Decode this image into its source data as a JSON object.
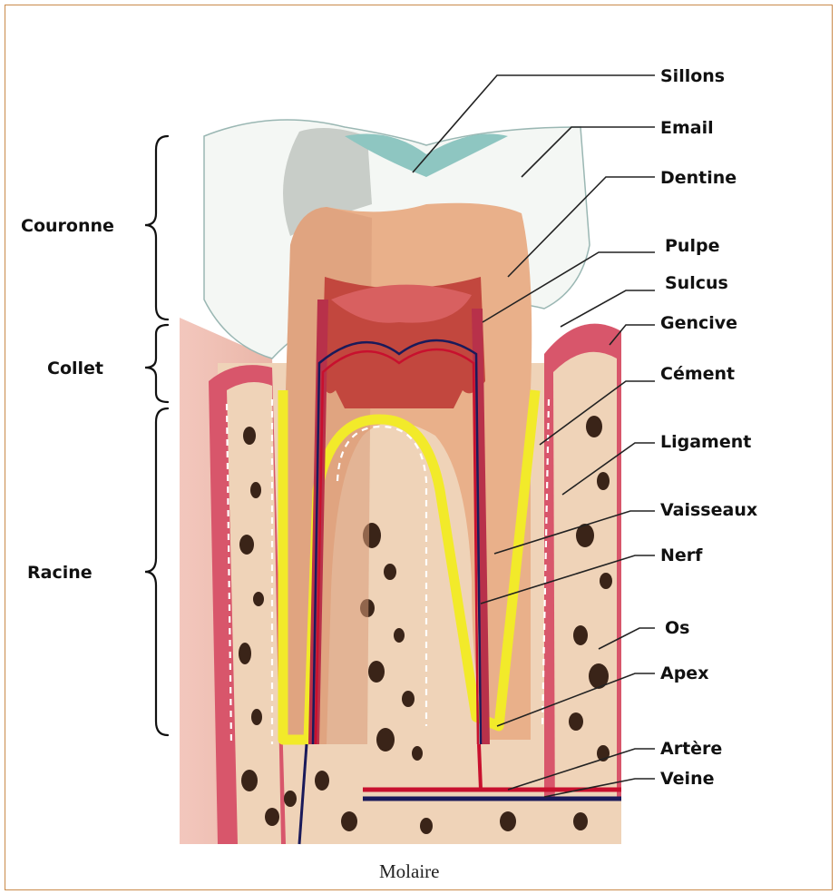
{
  "caption": "Molaire",
  "regions": {
    "crown": "Couronne",
    "neck": "Collet",
    "root": "Racine"
  },
  "labels": {
    "sillons": "Sillons",
    "email": "Email",
    "dentine": "Dentine",
    "pulpe": "Pulpe",
    "sulcus": "Sulcus",
    "gencive": "Gencive",
    "cement": "Cément",
    "ligament": "Ligament",
    "vaisseaux": "Vaisseaux",
    "nerf": "Nerf",
    "os": "Os",
    "apex": "Apex",
    "artere": "Artère",
    "veine": "Veine"
  },
  "colors": {
    "frame": "#c98a4a",
    "enamel": "#f4f7f4",
    "dentin": "#e9b08a",
    "pulp": "#c2473e",
    "cementum": "#f2ea2a",
    "gum": "#d8566b",
    "bone": "#efd3b8",
    "bone_holes": "#3a2418",
    "artery": "#c8102e",
    "vein": "#1a1a5a"
  }
}
